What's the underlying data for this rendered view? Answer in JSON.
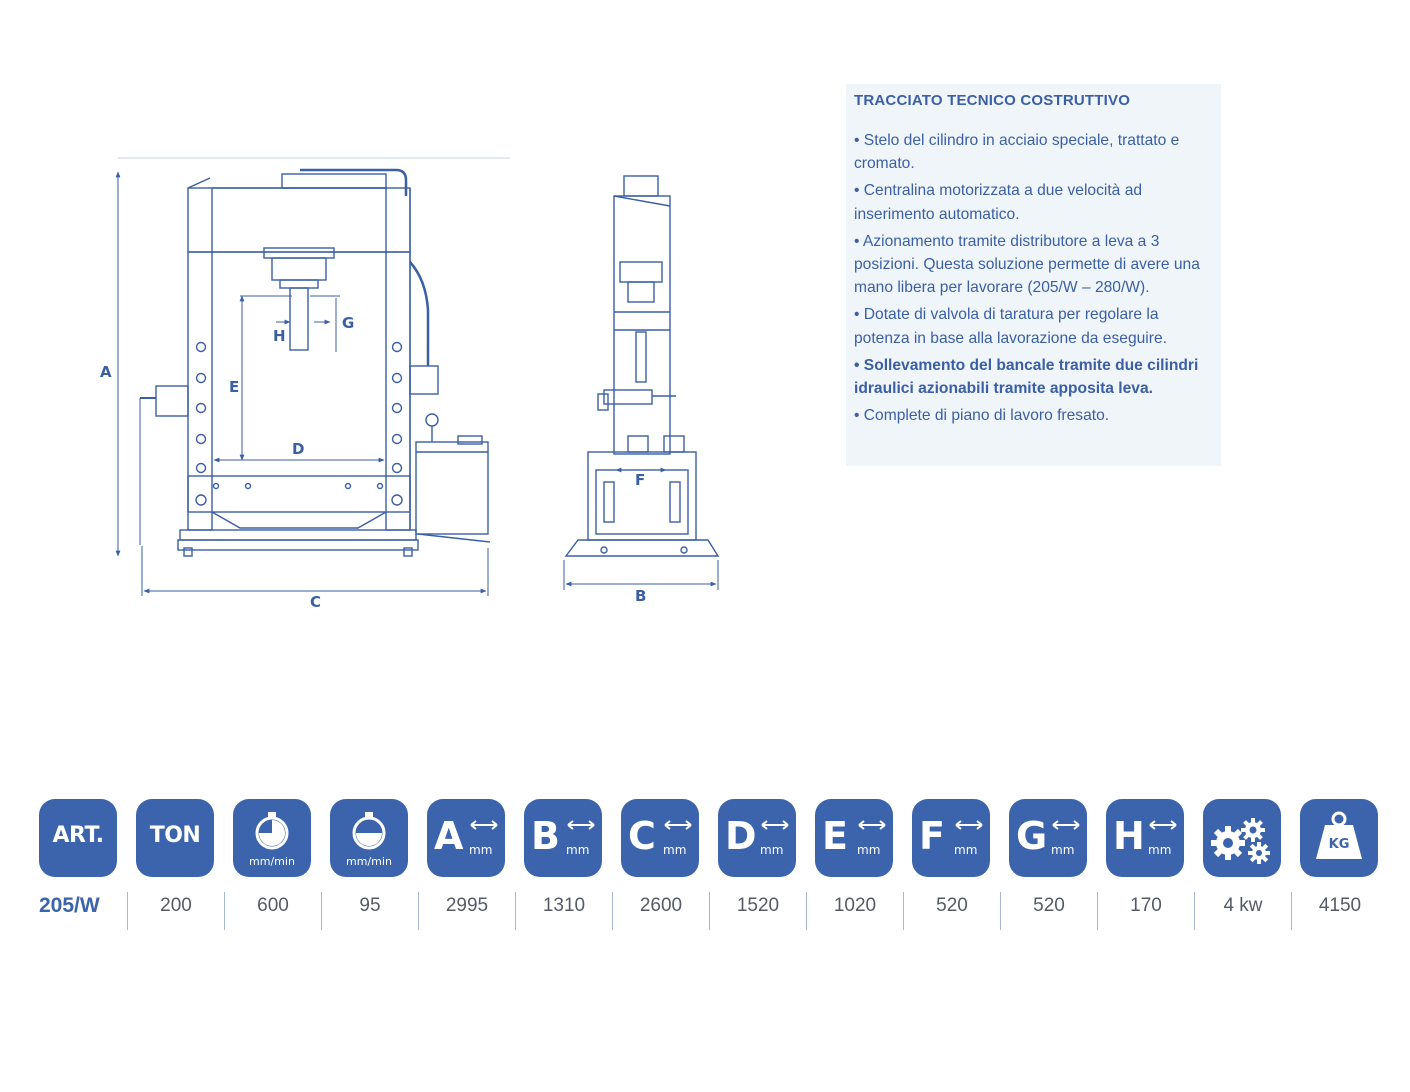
{
  "drawing_labels": {
    "A": "A",
    "B": "B",
    "C": "C",
    "D": "D",
    "E": "E",
    "F": "F",
    "G": "G",
    "H": "H"
  },
  "tech": {
    "title": "TRACCIATO TECNICO COSTRUTTIVO",
    "items": [
      {
        "text": "• Stelo del cilindro in acciaio speciale, trattato e cromato.",
        "bold": false
      },
      {
        "text": "• Centralina motorizzata a due velocità ad inserimento automatico.",
        "bold": false
      },
      {
        "text": "• Azionamento tramite distributore a leva a 3 posizioni. Questa soluzione permette di avere una mano libera per lavorare (205/W – 280/W).",
        "bold": false
      },
      {
        "text": "• Dotate di valvola di taratura per regolare la potenza in base alla lavorazione da eseguire.",
        "bold": false
      },
      {
        "text": "• Sollevamento del bancale tramite due cilindri idraulici azionabili tramite apposita leva.",
        "bold": true
      },
      {
        "text": "• Complete di piano di lavoro fresato.",
        "bold": false
      }
    ]
  },
  "specs": {
    "headers": {
      "art": "ART.",
      "ton": "TON",
      "speed_fast_unit": "mm/min",
      "speed_slow_unit": "mm/min",
      "dim_unit": "mm",
      "A": "A",
      "B": "B",
      "C": "C",
      "D": "D",
      "E": "E",
      "F": "F",
      "G": "G",
      "H": "H",
      "weight": "KG"
    },
    "icons": {
      "speed_fast": "stopwatch-fast-icon",
      "speed_slow": "stopwatch-slow-icon",
      "motor": "gears-icon",
      "weight": "weight-icon",
      "dimension": "double-arrow-icon"
    },
    "row": {
      "model": "205/W",
      "ton": "200",
      "speed_fast": "600",
      "speed_slow": "95",
      "A": "2995",
      "B": "1310",
      "C": "2600",
      "D": "1520",
      "E": "1020",
      "F": "520",
      "G": "520",
      "H": "170",
      "motor": "4 kw",
      "weight": "4150"
    }
  },
  "colors": {
    "brand_blue": "#3b64ad",
    "line_blue": "#3a5fa5",
    "text_grey": "#555b66",
    "panel_bg": "#f0f5fa"
  }
}
